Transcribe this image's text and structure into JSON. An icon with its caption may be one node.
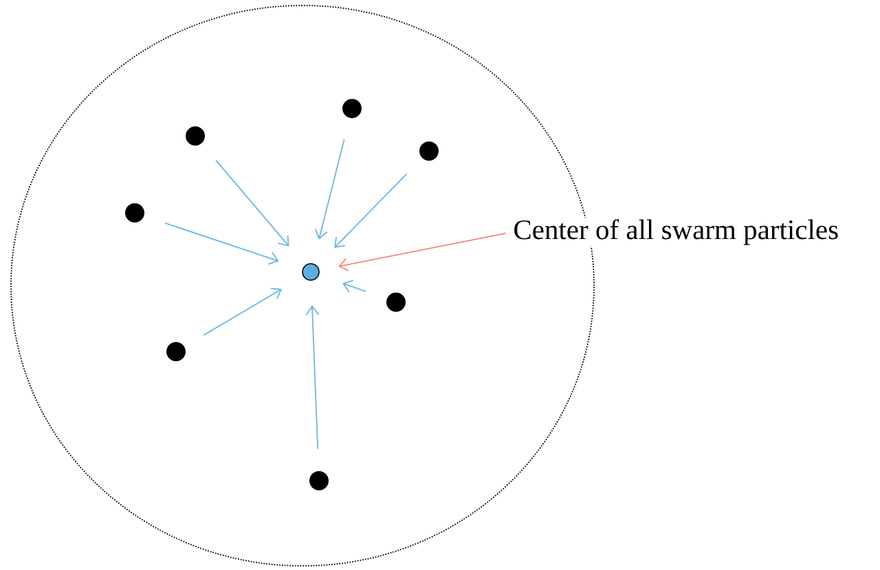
{
  "diagram": {
    "nodes": [
      {
        "text": [],
        "shape": "circle"
      },
      {
        "text": [],
        "shape": "circle",
        "in": 0
      },
      {
        "text": [],
        "shape": "circle",
        "in": 0
      },
      {
        "text": [],
        "shape": "circle",
        "in": 0
      },
      {
        "text": [],
        "shape": "circle",
        "in": 0
      },
      {
        "text": [],
        "shape": "circle",
        "in": 0
      },
      {
        "text": [],
        "shape": "circle",
        "in": 0
      },
      {
        "text": [],
        "shape": "circle",
        "in": 0
      },
      {
        "text": [],
        "shape": "circle",
        "in": 0
      },
      {
        "text": [
          "Center of all swarm particles"
        ]
      }
    ],
    "edges": [
      {
        "from": 1,
        "to": 8,
        "arrow": "to"
      },
      {
        "from": 2,
        "to": 8,
        "arrow": "to"
      },
      {
        "from": 3,
        "to": 8,
        "arrow": "to"
      },
      {
        "from": 4,
        "to": 8,
        "arrow": "to"
      },
      {
        "from": 5,
        "to": 8,
        "arrow": "to"
      },
      {
        "from": 6,
        "to": 8,
        "arrow": "to"
      },
      {
        "from": 7,
        "to": 8,
        "arrow": "to"
      },
      {
        "from": 9,
        "to": 8,
        "arrow": "to",
        "color": "#f4877a"
      }
    ]
  }
}
